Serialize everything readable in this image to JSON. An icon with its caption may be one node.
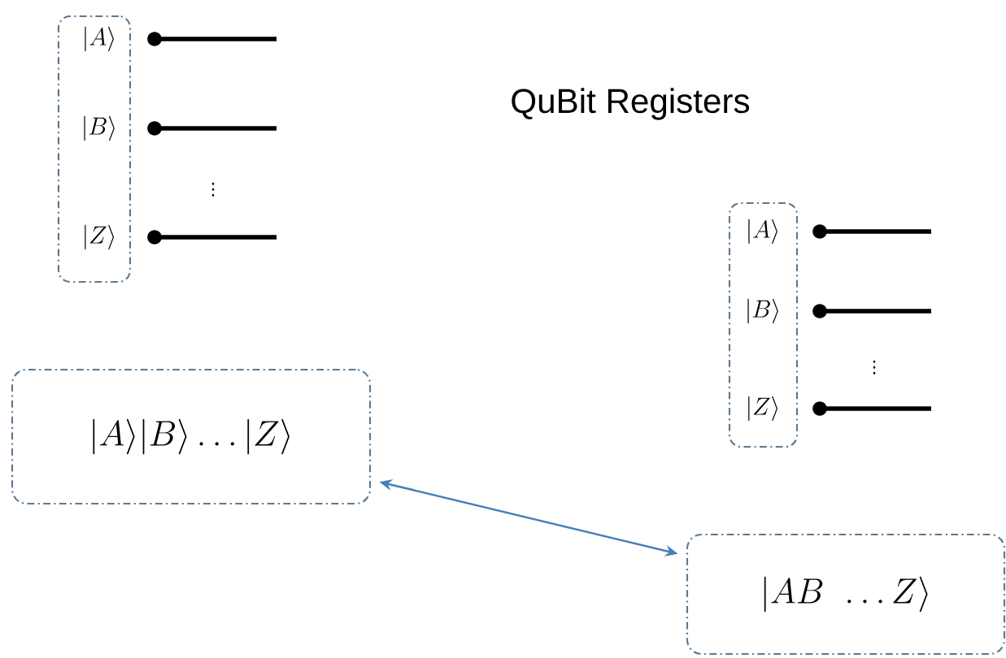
{
  "diagram": {
    "title": "QuBit Registers",
    "nodes": [
      {
        "text": [],
        "shape": "box"
      },
      {
        "text": [
          "|A\\rangle"
        ],
        "in": 0
      },
      {
        "text": [
          "|B\\rangle"
        ],
        "in": 0
      },
      {
        "text": [
          "|Z\\rangle"
        ],
        "in": 0
      },
      {
        "text": [],
        "shape": "box"
      },
      {
        "text": [
          "|A\\rangle"
        ],
        "in": 4
      },
      {
        "text": [
          "|B\\rangle"
        ],
        "in": 4
      },
      {
        "text": [
          "|Z\\rangle"
        ],
        "in": 4
      },
      {
        "text": [
          "|A\\rangle|B\\rangle\\ldots|Z\\rangle"
        ]
      },
      {
        "text": [
          "|AB\\ \\ldots Z\\rangle"
        ]
      }
    ],
    "edges": [
      {
        "from": 8,
        "to": 9,
        "arrow": "both",
        "color": "#4a7ebb"
      }
    ],
    "labels": [
      "\\vdots",
      "\\vdots"
    ]
  }
}
